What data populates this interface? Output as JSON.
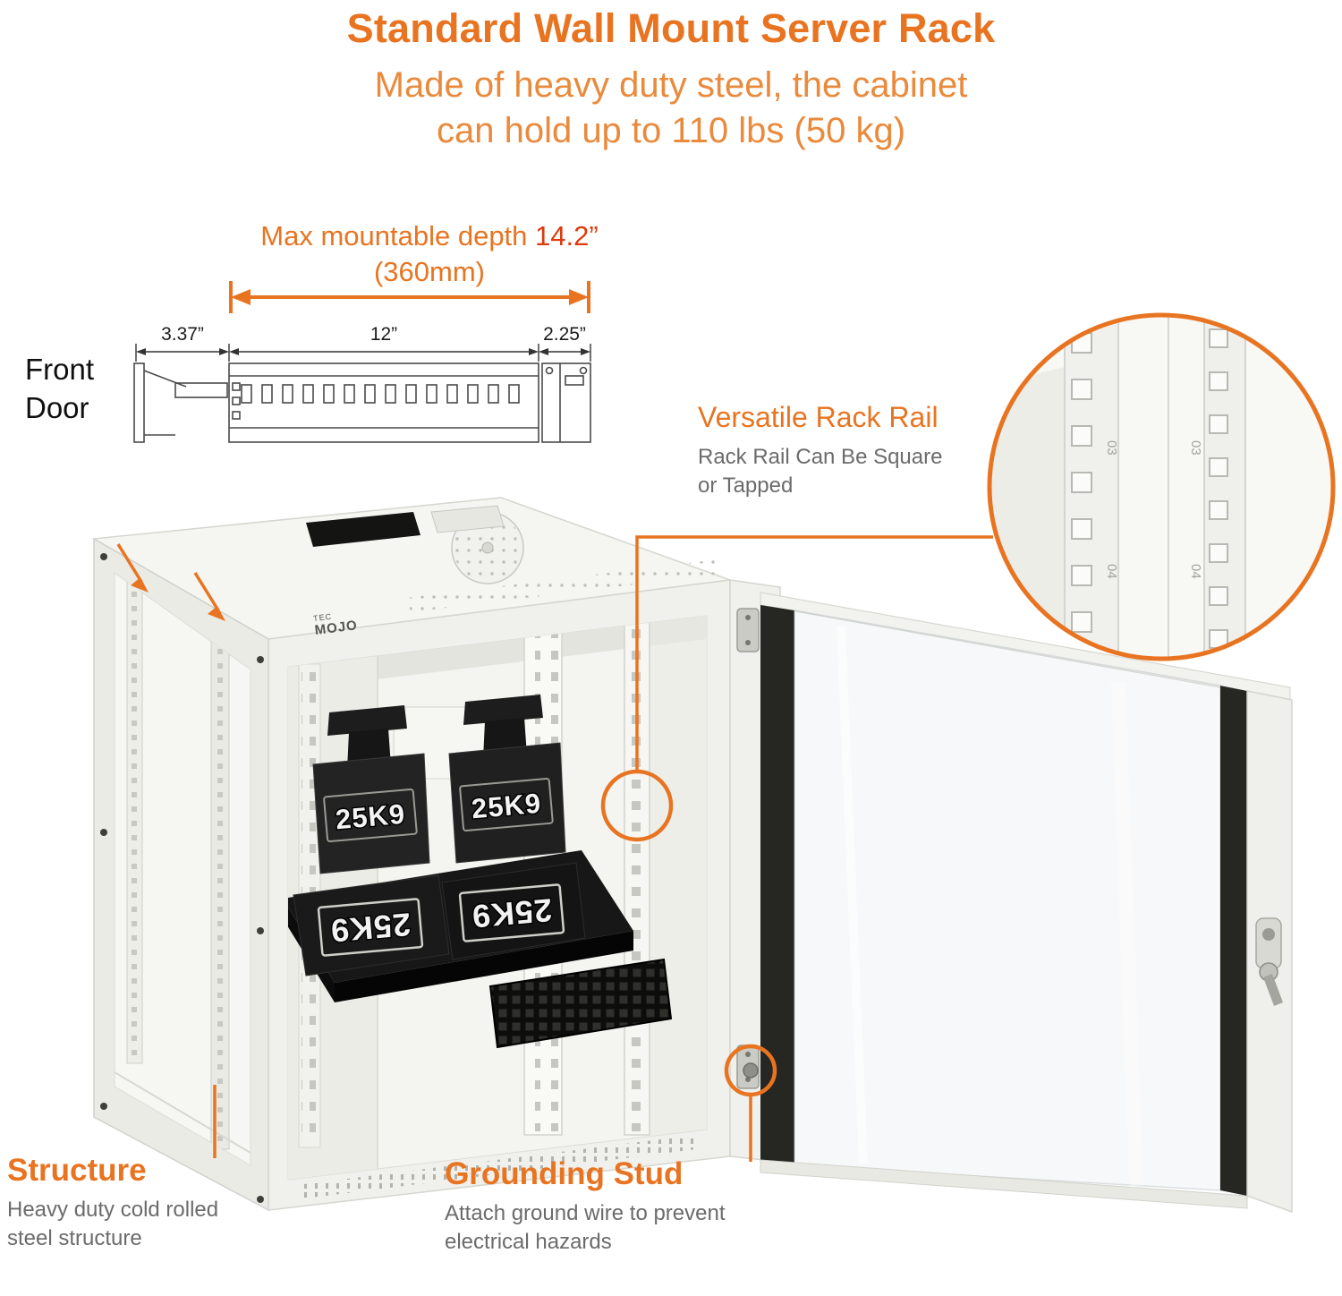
{
  "colors": {
    "accent_orange": "#E87421",
    "subtitle_orange": "#E98A3C",
    "value_red": "#DE3A0D",
    "desc_gray": "#6B6B6B",
    "text_dark": "#101010"
  },
  "header": {
    "title": "Standard Wall Mount Server Rack",
    "subtitle_line1": "Made of heavy duty steel, the cabinet",
    "subtitle_line2": "can hold up to 110 lbs (50 kg)"
  },
  "depth_diagram": {
    "label_prefix": "Max mountable depth ",
    "label_value": "14.2”",
    "label_mm": "(360mm)",
    "dim_left": "3.37”",
    "dim_mid": "12”",
    "dim_right": "2.25”"
  },
  "front_door": {
    "line1": "Front",
    "line2": "Door"
  },
  "callouts": {
    "rack_rail": {
      "title": "Versatile Rack Rail",
      "desc_line1": "Rack Rail Can Be Square",
      "desc_line2": "or Tapped"
    },
    "structure": {
      "title": "Structure",
      "desc_line1": "Heavy duty cold rolled",
      "desc_line2": "steel structure"
    },
    "grounding": {
      "title": "Grounding Stud",
      "desc_line1": "Attach ground wire to prevent",
      "desc_line2": "electrical hazards"
    }
  },
  "product": {
    "brand_small": "TEC",
    "brand": "MOJO",
    "weight_label": "25K9"
  },
  "magnifier": {
    "labels": [
      "03",
      "04"
    ]
  }
}
